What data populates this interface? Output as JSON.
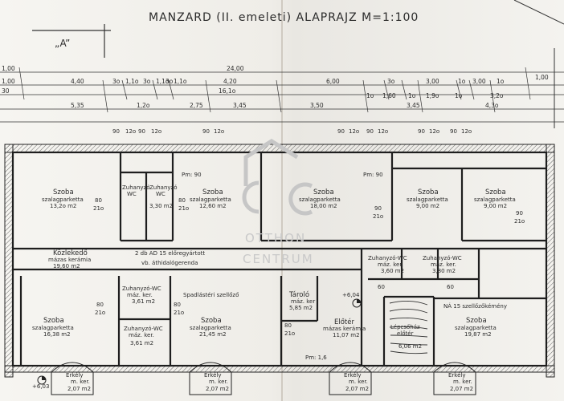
{
  "title": "MANZARD (II. emeleti) ALAPRAJZ M=1:100",
  "section_mark": "„A”",
  "watermark": {
    "line1": "OTTHON",
    "line2": "CENTRUM",
    "logo": "oc-logo-icon"
  },
  "dims_top": [
    "1,00",
    "24,00",
    "1,00"
  ],
  "dims_row2": [
    "1,00",
    "4,40",
    "3o",
    "1,1o",
    "3o",
    "1,1o",
    "3o",
    "1,1o",
    "4,20",
    "6,00",
    "3o",
    "3,00",
    "1o",
    "3,00",
    "1o"
  ],
  "dims_row3": [
    "30",
    "16,1o",
    "1o",
    "1,60",
    "1o",
    "1,9o",
    "1o",
    "3,2o"
  ],
  "dims_row4": [
    "5,35",
    "1,2o",
    "2,75",
    "3,45",
    "3,50",
    "3,45",
    "4,3o"
  ],
  "dims_vert": [
    "90",
    "12o",
    "90",
    "12o",
    "90",
    "12o",
    "90",
    "12o",
    "90",
    "12o",
    "90",
    "12o",
    "90",
    "12o"
  ],
  "rooms": [
    {
      "name": "Szoba",
      "floor": "szalagparketta",
      "area": "13,2o m2"
    },
    {
      "name": "Zuhanyzó",
      "floor": "WC",
      "area": ""
    },
    {
      "name": "Zuhanyzó",
      "floor": "WC",
      "area": "3,30 m2"
    },
    {
      "name": "Szoba",
      "floor": "szalagparketta",
      "area": "12,60 m2"
    },
    {
      "name": "Szoba",
      "floor": "szalagparketta",
      "area": "18,00 m2"
    },
    {
      "name": "Szoba",
      "floor": "szalagparketta",
      "area": "9,00 m2"
    },
    {
      "name": "Szoba",
      "floor": "szalagparketta",
      "area": "9,00 m2"
    },
    {
      "name": "Közlekedő",
      "floor": "mázas kerámia",
      "area": "19,60 m2"
    },
    {
      "name": "Zuhanyzó-WC",
      "floor": "máz. ker.",
      "area": "3,60 m2"
    },
    {
      "name": "Zuhanyzó-WC",
      "floor": "máz. ker.",
      "area": "3,80 m2"
    },
    {
      "name": "Szoba",
      "floor": "szalagparketta",
      "area": "16,38 m2"
    },
    {
      "name": "Zuhanyzó-WC",
      "floor": "máz. ker.",
      "area": "3,61 m2"
    },
    {
      "name": "Zuhanyzó-WC",
      "floor": "máz. ker.",
      "area": "3,61 m2"
    },
    {
      "name": "Szoba",
      "floor": "szalagparketta",
      "area": "21,45 m2"
    },
    {
      "name": "Tároló",
      "floor": "máz. ker",
      "area": "5,85 m2"
    },
    {
      "name": "Előtér",
      "floor": "mázas kerámia",
      "area": "11,07 m2"
    },
    {
      "name": "Lépcsőház",
      "floor": "előtér",
      "area": "6,06 m2"
    },
    {
      "name": "Szoba",
      "floor": "szalagparketta",
      "area": "19,87 m2"
    },
    {
      "name": "Erkély",
      "floor": "m. ker.",
      "area": "2,07 m2"
    },
    {
      "name": "Erkély",
      "floor": "m. ker.",
      "area": "2,07 m2"
    },
    {
      "name": "Erkély",
      "floor": "m. ker.",
      "area": "2,07 m2"
    },
    {
      "name": "Erkély",
      "floor": "m. ker.",
      "area": "2,07 m2"
    }
  ],
  "notes": {
    "beams": "2 db AD 15 előregyártott",
    "beams2": "vb. áthidalógerenda",
    "vent1": "Spadlástéri szellőző",
    "vent2": "NÁ 15 szellőzőkémény",
    "level": "+6,04",
    "level2": "+6,03",
    "pm": "Pm: 90",
    "pm2": "Pm: 90",
    "pm3": "Pm: 1,6"
  },
  "door_labels": [
    "80",
    "21o",
    "80",
    "21o",
    "80",
    "21o",
    "90",
    "21o",
    "80",
    "21o",
    "80",
    "21o",
    "90",
    "21o",
    "60",
    "60"
  ]
}
